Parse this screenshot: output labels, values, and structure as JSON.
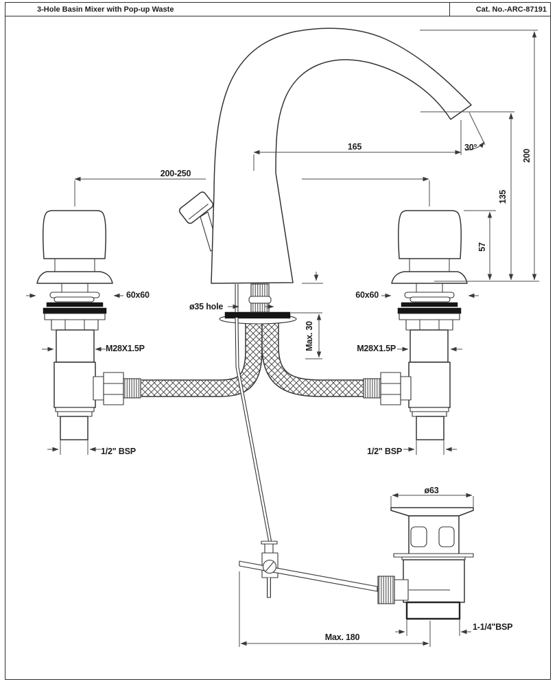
{
  "header": {
    "title": "3-Hole Basin Mixer with Pop-up Waste",
    "cat_no": "Cat. No.-ARC-87191"
  },
  "dims": {
    "handle_spacing": "200-250",
    "spout_reach": "165",
    "spout_angle": "30°",
    "overall_height": "200",
    "spout_height": "135",
    "handle_height": "57",
    "handle_base_left": "60x60",
    "handle_base_right": "60x60",
    "deck_hole": "ø35 hole",
    "deck_thickness": "Max. 30",
    "thread_left": "M28X1.5P",
    "thread_right": "M28X1.5P",
    "inlet_left": "1/2\" BSP",
    "inlet_right": "1/2\" BSP",
    "waste_flange": "ø63",
    "waste_thread": "1-1/4\"BSP",
    "rod_reach": "Max. 180"
  },
  "colors": {
    "line": "#333333",
    "dim": "#4a4a4a",
    "text": "#1c1c1c",
    "solid": "#151515",
    "bg": "#ffffff"
  }
}
